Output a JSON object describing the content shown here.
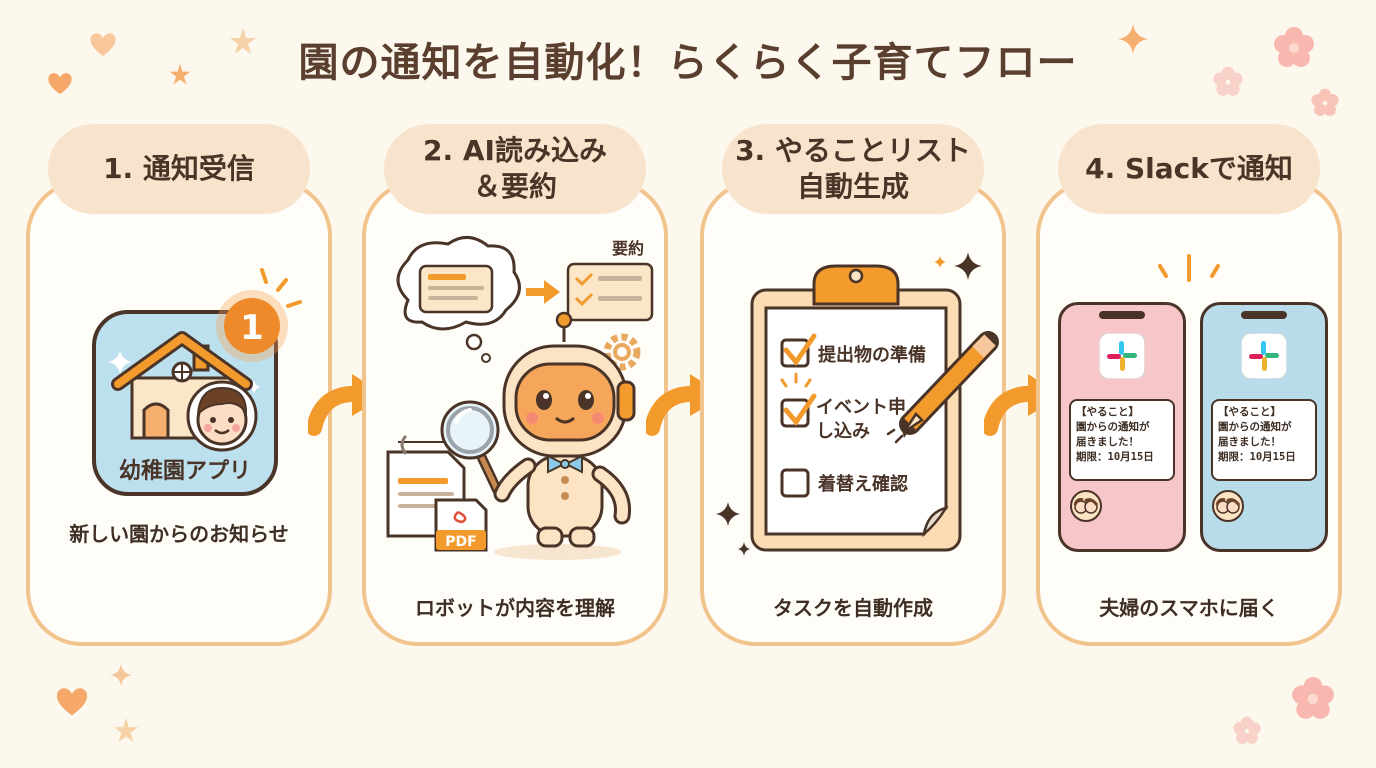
{
  "title": "園の通知を自動化！らくらく子育てフロー",
  "steps": [
    {
      "heading_lines": [
        "1. 通知受信"
      ],
      "caption": "新しい園からのお知らせ",
      "app_label": "幼稚園アプリ",
      "badge": "1"
    },
    {
      "heading_lines": [
        "2. AI読み込み",
        "＆要約"
      ],
      "caption": "ロボットが内容を理解",
      "summary_label": "要約",
      "file_label": "PDF"
    },
    {
      "heading_lines": [
        "3. やることリスト",
        "自動生成"
      ],
      "caption": "タスクを自動作成",
      "tasks": [
        "提出物の準備",
        "イベント申し込み",
        "着替え確認"
      ]
    },
    {
      "heading_lines": [
        "4. Slackで通知"
      ],
      "caption": "夫婦のスマホに届く",
      "message_lines": [
        "【やること】",
        "園からの通知が",
        "届きました！",
        "期限：10月15日"
      ]
    }
  ],
  "colors": {
    "accent": "#f39a2c",
    "card_border": "#f1c48e",
    "tab_bg": "#f8e4cc",
    "app_bg": "#bde0ee",
    "phone_pink": "#f7c6c8",
    "phone_blue": "#b9dcea"
  }
}
